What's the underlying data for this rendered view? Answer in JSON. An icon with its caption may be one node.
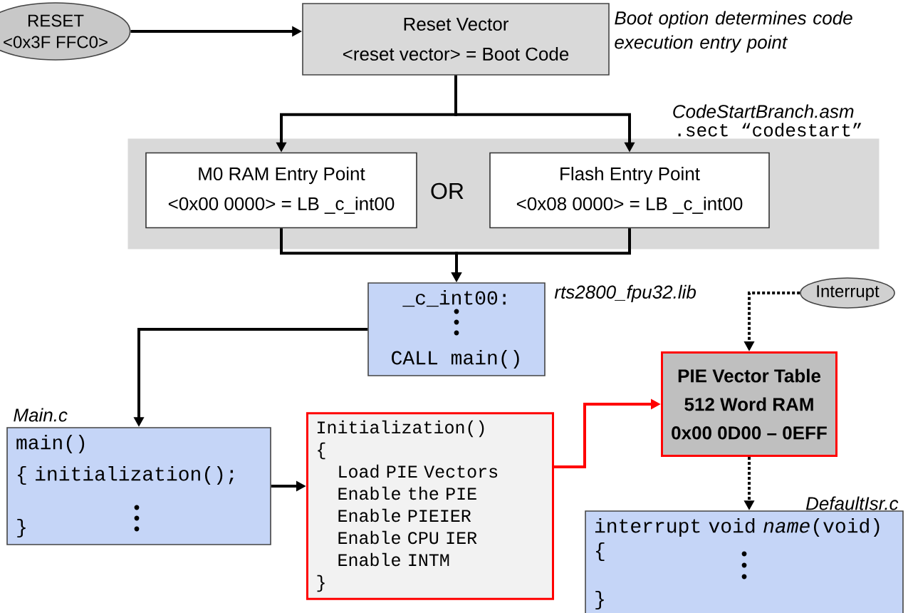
{
  "diagram": {
    "nodes": [
      {
        "text": [
          "RESET",
          "<0x3F FFC0>"
        ]
      },
      {
        "text": [
          "Reset Vector",
          "<reset vector> = Boot Code"
        ],
        "beside": [
          "Boot option determines code execution entry point"
        ]
      },
      {
        "text": [],
        "shape": "box",
        "beside": [
          "CodeStartBranch.asm",
          ".sect “codestart”"
        ]
      },
      {
        "text": [
          "M0 RAM Entry Point",
          "<0x00 0000> = LB _c_int00"
        ],
        "in": 2
      },
      {
        "text": [
          "Flash Entry Point",
          "<0x08 0000> = LB _c_int00"
        ],
        "in": 2
      },
      {
        "text": [
          "_c_int00:",
          "CALL main()"
        ],
        "beside": [
          "rts2800_fpu32.lib"
        ]
      },
      {
        "text": [
          "Interrupt"
        ]
      },
      {
        "text": [
          "PIE Vector Table",
          "512 Word RAM",
          "0x00 0D00 – 0EFF"
        ]
      },
      {
        "text": [
          "main()",
          "{ initialization();",
          "}"
        ],
        "beside": [
          "Main.c"
        ]
      },
      {
        "text": [
          "Initialization()",
          "{",
          "Load PIE Vectors",
          "Enable the PIE",
          "Enable PIEIER",
          "Enable CPU IER",
          "Enable INTM",
          "}"
        ]
      },
      {
        "text": [
          "interrupt void *name*(void)",
          "{",
          "}"
        ],
        "beside": [
          "DefaultIsr.c"
        ]
      }
    ],
    "edges": [
      {
        "from": 0,
        "to": 1,
        "arrow": "to"
      },
      {
        "from": 1,
        "to": 3,
        "arrow": "to"
      },
      {
        "from": 1,
        "to": 4,
        "arrow": "to"
      },
      {
        "from": 3,
        "to": 5,
        "arrow": "to"
      },
      {
        "from": 4,
        "to": 5,
        "arrow": "to"
      },
      {
        "from": 5,
        "to": 8,
        "arrow": "to"
      },
      {
        "from": 8,
        "to": 9,
        "arrow": "to"
      },
      {
        "from": 9,
        "to": 7,
        "arrow": "to",
        "color": "#ff0000"
      },
      {
        "from": 6,
        "to": 7,
        "arrow": "to",
        "style": "dashed"
      },
      {
        "from": 7,
        "to": 10,
        "arrow": "to",
        "style": "dashed"
      }
    ],
    "labels": [
      "OR"
    ]
  }
}
